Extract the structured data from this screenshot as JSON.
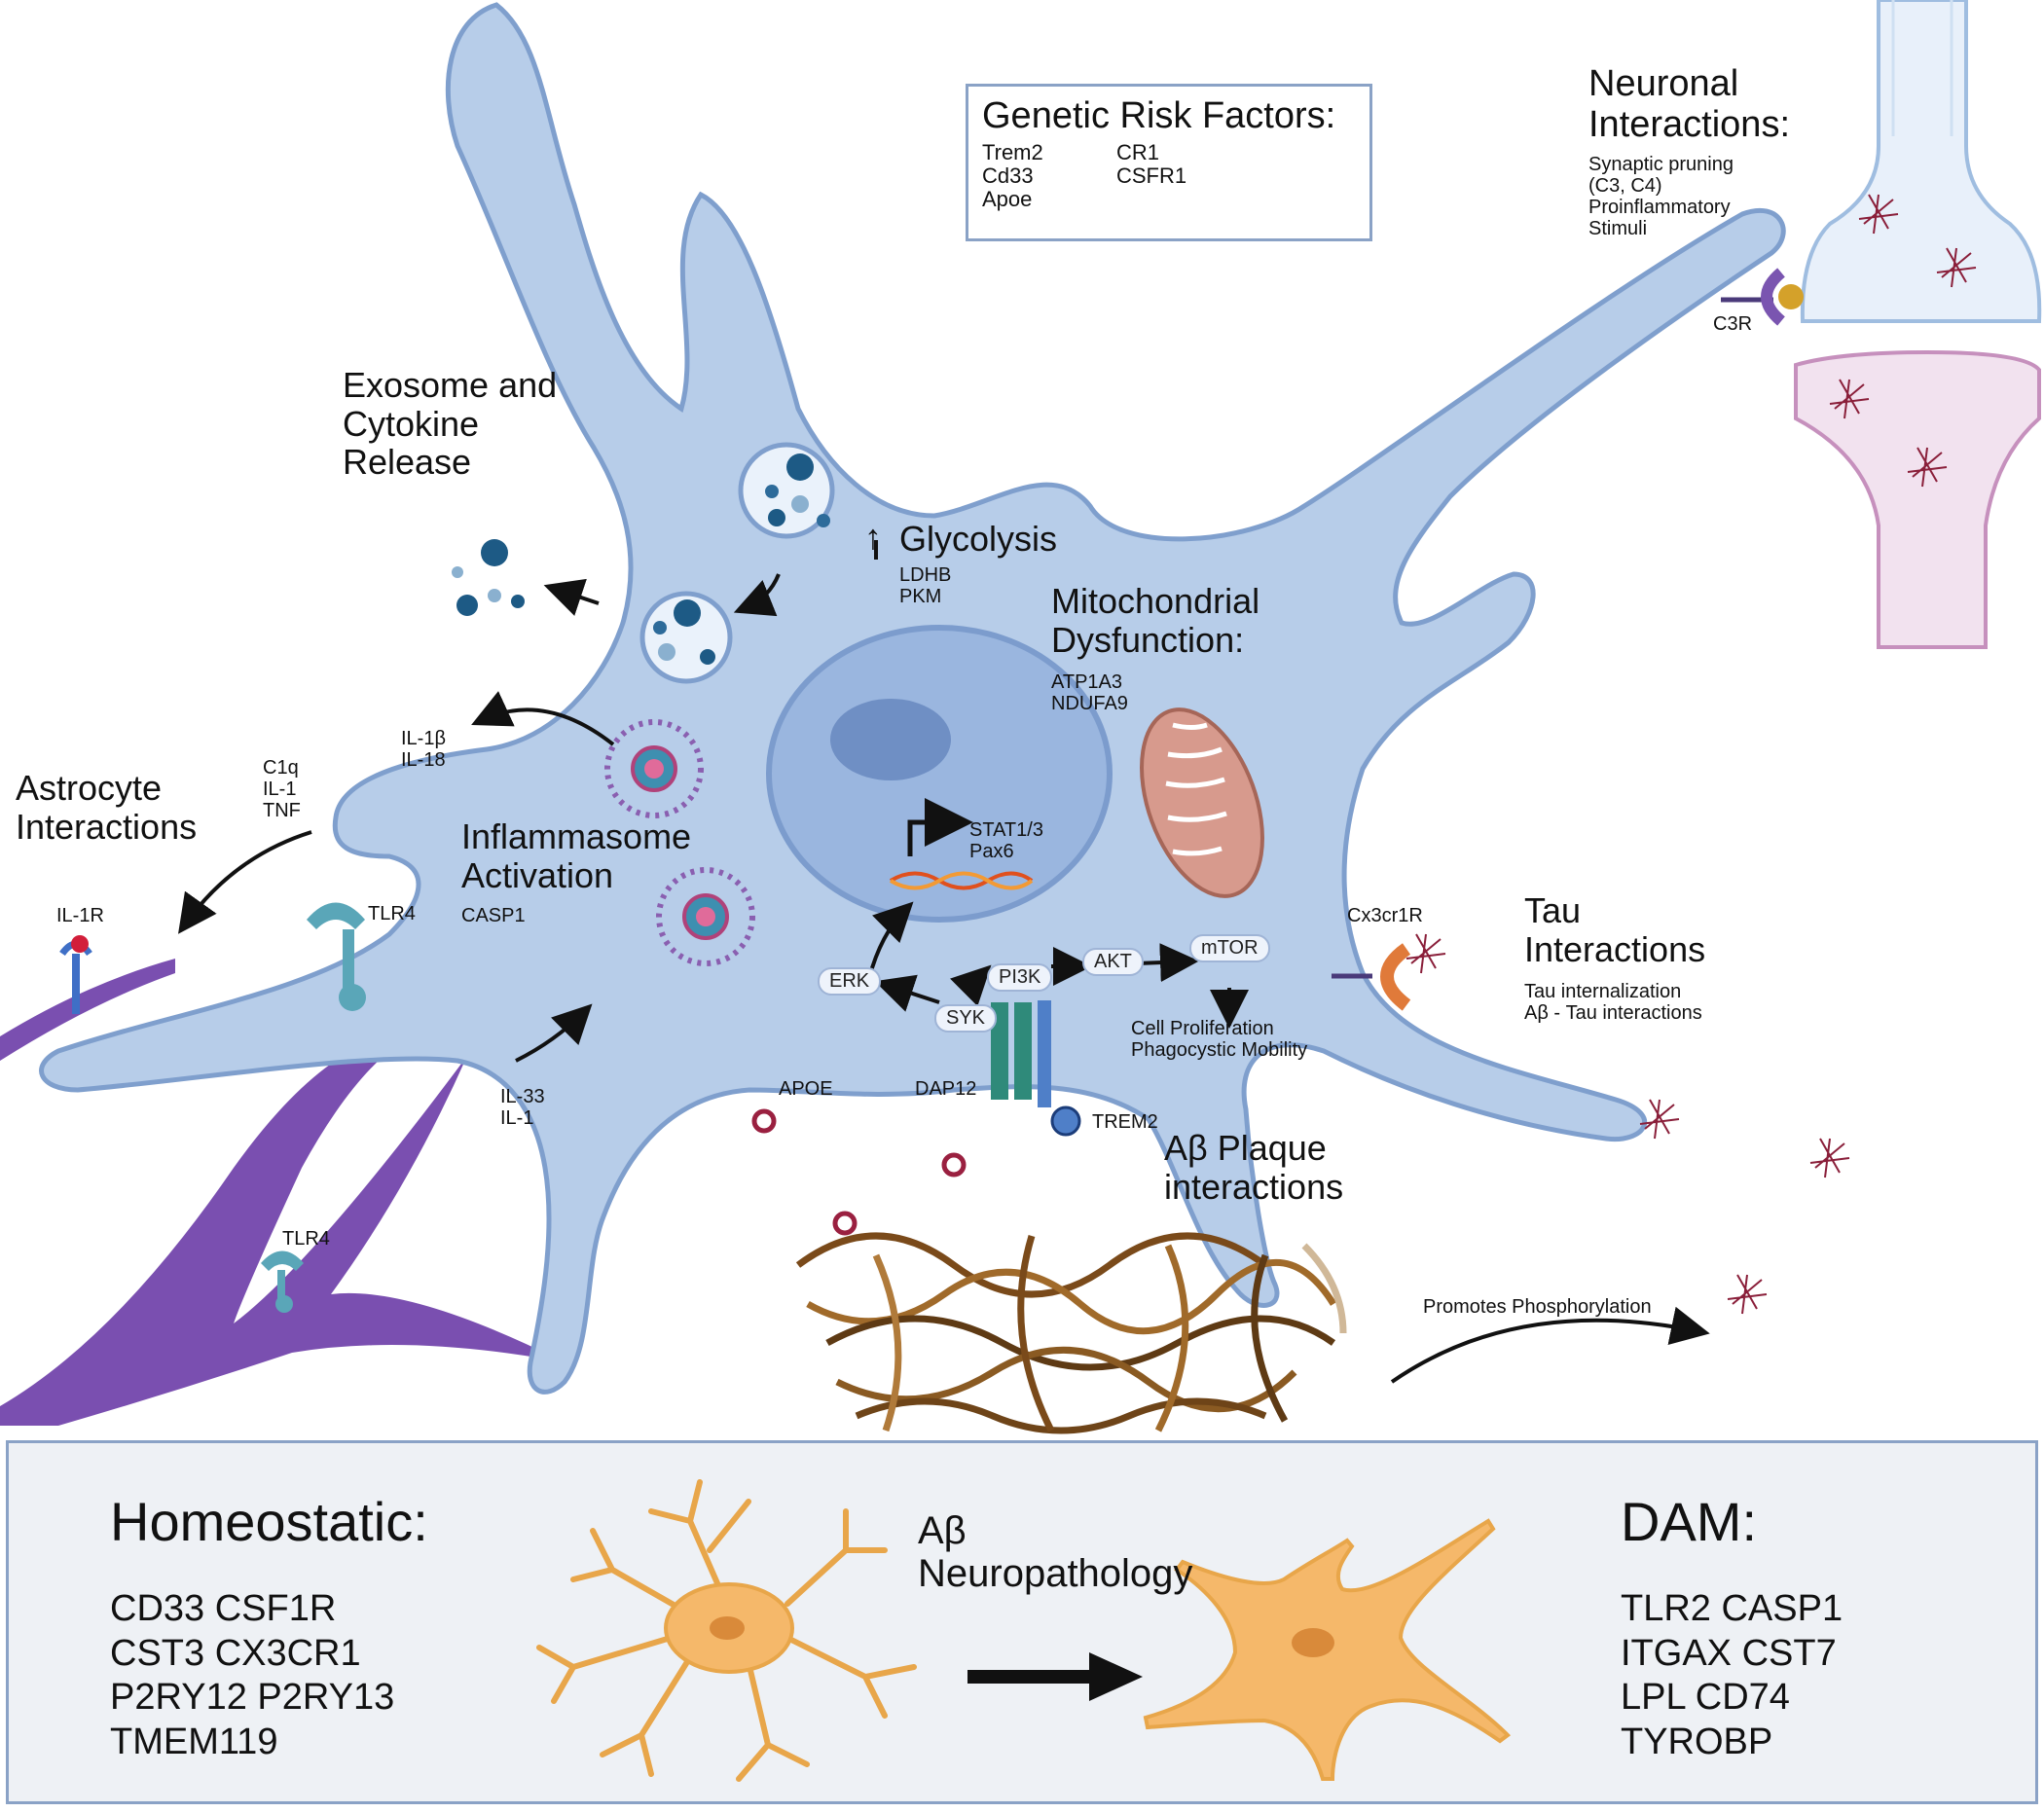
{
  "genetic_risk": {
    "title": "Genetic Risk Factors:",
    "col1": [
      "Trem2",
      "Cd33",
      "Apoe"
    ],
    "col2": [
      "CR1",
      "CSFR1"
    ]
  },
  "neuronal": {
    "title_line1": "Neuronal",
    "title_line2": "Interactions:",
    "items": [
      "Synaptic pruning",
      "(C3, C4)",
      "Proinflammatory",
      "Stimuli"
    ],
    "receptor": "C3R"
  },
  "exosome": {
    "lines": [
      "Exosome and",
      "Cytokine",
      "Release"
    ]
  },
  "glycolysis": {
    "arrow": "↑",
    "title": "Glycolysis",
    "genes": [
      "LDHB",
      "PKM"
    ]
  },
  "mito": {
    "title_line1": "Mitochondrial",
    "title_line2": "Dysfunction:",
    "genes": [
      "ATP1A3",
      "NDUFA9"
    ]
  },
  "inflammasome": {
    "cytokines": [
      "IL-1β",
      "IL-18"
    ],
    "title_line1": "Inflammasome",
    "title_line2": "Activation",
    "gene": "CASP1"
  },
  "astrocyte": {
    "title_line1": "Astrocyte",
    "title_line2": "Interactions",
    "signals": [
      "C1q",
      "IL-1",
      "TNF"
    ],
    "il1r": "IL-1R",
    "tlr4": "TLR4",
    "tlr4_lower": "TLR4",
    "il33": [
      "IL-33",
      "IL-1"
    ]
  },
  "signaling": {
    "stat": "STAT1/3",
    "pax6": "Pax6",
    "erk": "ERK",
    "syk": "SYK",
    "pi3k": "PI3K",
    "akt": "AKT",
    "mtor": "mTOR",
    "outcomes": [
      "Cell Proliferation",
      "Phagocystic Mobility"
    ],
    "dap12": "DAP12",
    "trem2": "TREM2",
    "apoe": "APOE"
  },
  "tau": {
    "receptor": "Cx3cr1R",
    "title_line1": "Tau",
    "title_line2": "Interactions",
    "items": [
      "Tau internalization",
      "Aβ - Tau interactions"
    ]
  },
  "plaque": {
    "title_line1": "Aβ Plaque",
    "title_line2": "interactions",
    "phospho": "Promotes Phosphorylation"
  },
  "bottom": {
    "homeostatic_title": "Homeostatic:",
    "homeostatic_genes": [
      "CD33  CSF1R",
      "CST3 CX3CR1",
      "P2RY12  P2RY13",
      "TMEM119"
    ],
    "transition": [
      "Aβ",
      "Neuropathology"
    ],
    "dam_title": "DAM:",
    "dam_genes": [
      "TLR2  CASP1",
      "ITGAX  CST7",
      "LPL CD74",
      "TYROBP"
    ]
  }
}
